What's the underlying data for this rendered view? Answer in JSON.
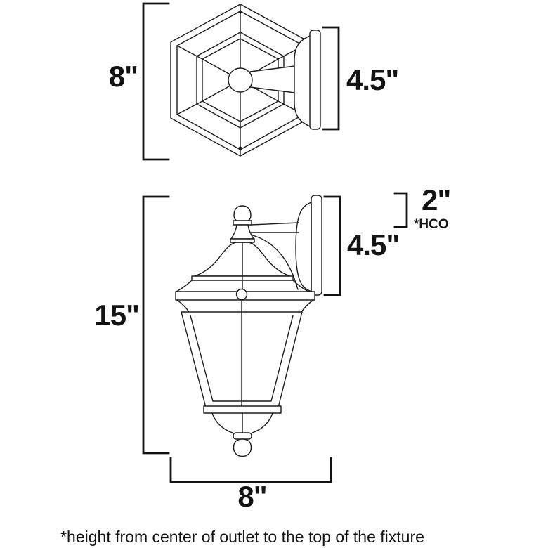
{
  "diagram": {
    "title": "outdoor wall lantern dimension drawing",
    "line_color": "#1c1c1c",
    "bracket_color": "#131313",
    "background": "#ffffff",
    "top_view": {
      "name": "top view",
      "height_label": "8\"",
      "backplate_label": "4.5\""
    },
    "side_view": {
      "name": "side view",
      "height_label": "15\"",
      "backplate_label": "4.5\"",
      "hco_label": "2\"",
      "hco_sublabel": "*HCO",
      "width_label": "8\""
    },
    "footnote": "*height from center of outlet to the top of the fixture"
  }
}
